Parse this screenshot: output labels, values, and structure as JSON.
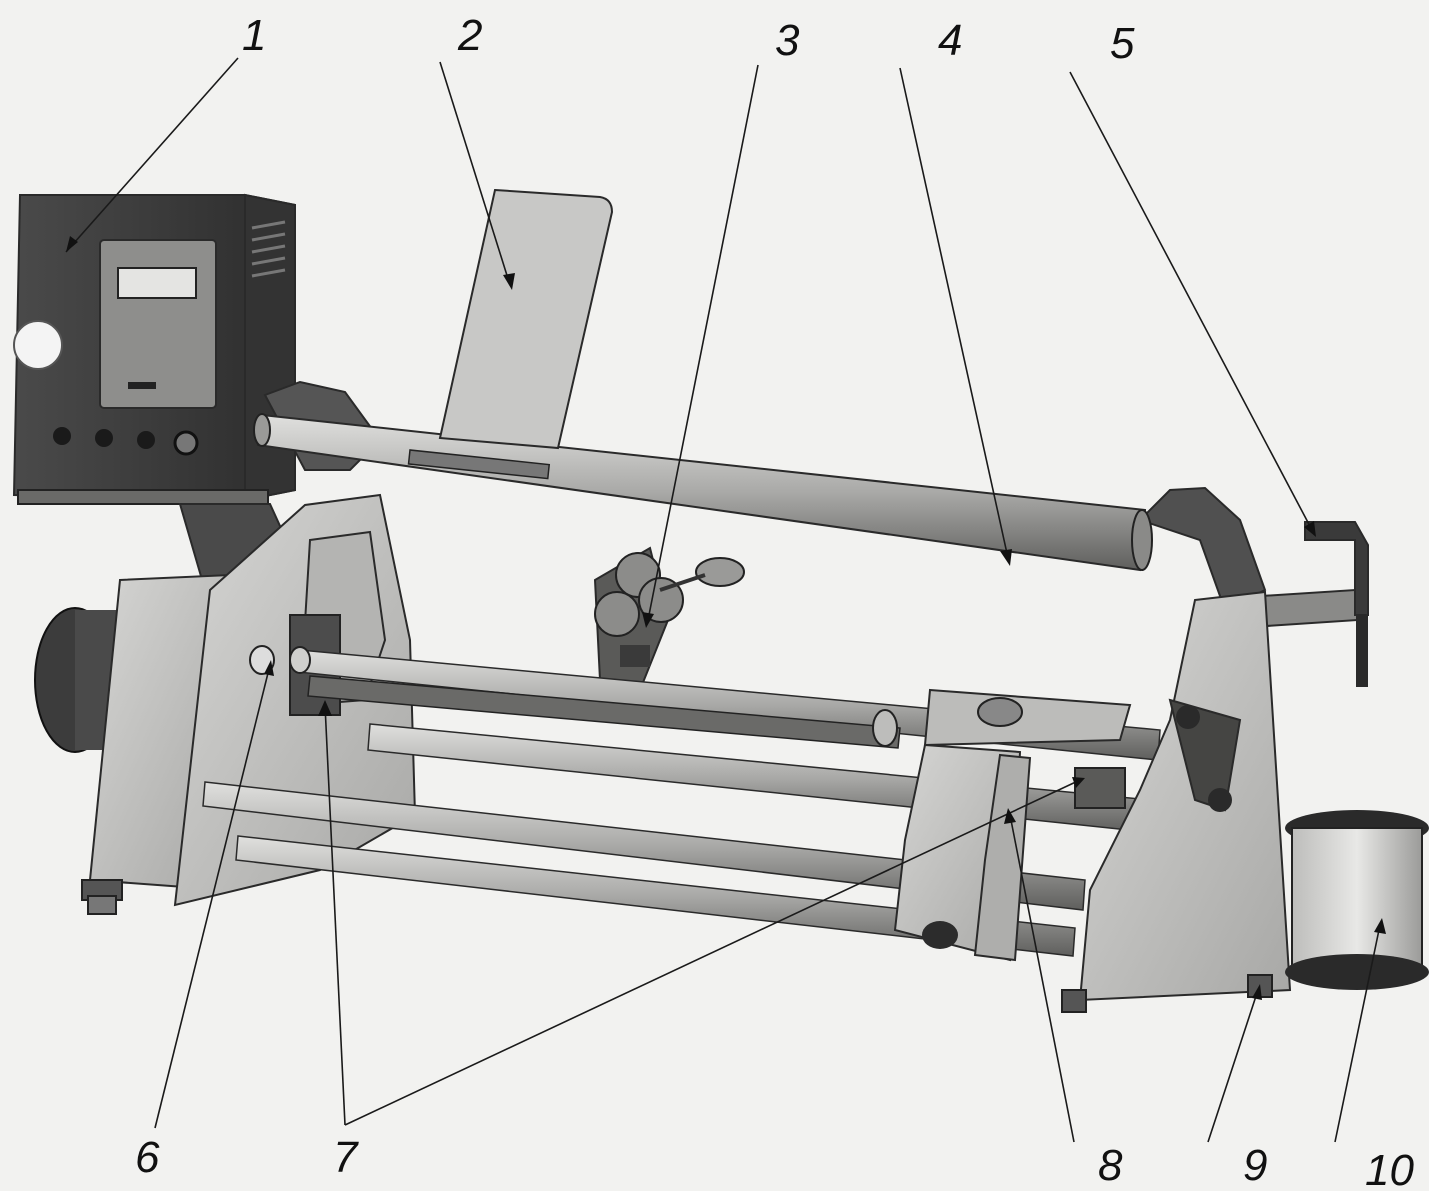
{
  "callouts": {
    "c1": "1",
    "c2": "2",
    "c3": "3",
    "c4": "4",
    "c5": "5",
    "c6": "6",
    "c7": "7",
    "c8": "8",
    "c9": "9",
    "c10": "10"
  },
  "colors": {
    "background": "#f2f2f0",
    "plate": "#c4c4c2",
    "dark_steel": "#3c3c3c",
    "rod": "#9a9a98",
    "line": "#111111"
  }
}
